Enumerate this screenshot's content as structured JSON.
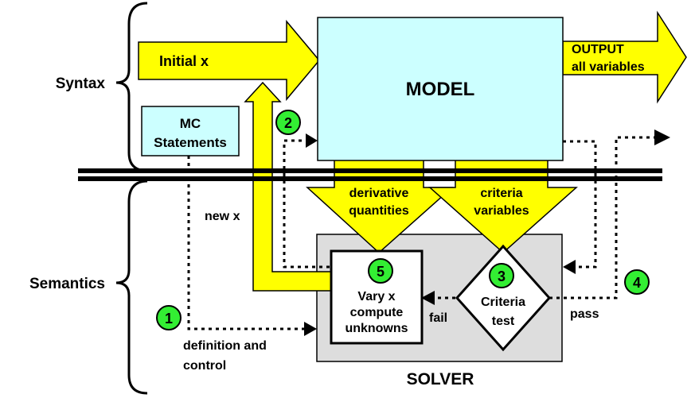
{
  "labels": {
    "syntax": "Syntax",
    "semantics": "Semantics",
    "initial_x": "Initial x",
    "model": "MODEL",
    "output_line1": "OUTPUT",
    "output_line2": "all variables",
    "mc_line1": "MC",
    "mc_line2": "Statements",
    "derivative_line1": "derivative",
    "derivative_line2": "quantities",
    "criteria_line1": "criteria",
    "criteria_line2": "variables",
    "new_x": "new x",
    "vary_line1": "Vary x",
    "vary_line2": "compute",
    "vary_line3": "unknowns",
    "criteria_test_line1": "Criteria",
    "criteria_test_line2": "test",
    "fail": "fail",
    "pass": "pass",
    "definition_line1": "definition and",
    "definition_line2": "control",
    "solver": "SOLVER"
  },
  "steps": [
    "1",
    "2",
    "3",
    "4",
    "5"
  ],
  "colors": {
    "arrow_yellow": "#ffff00",
    "model_fill": "#ccffff",
    "mc_fill": "#ccffff",
    "solver_fill": "#dddddd",
    "step_green": "#33ee33",
    "line_black": "#000000"
  }
}
